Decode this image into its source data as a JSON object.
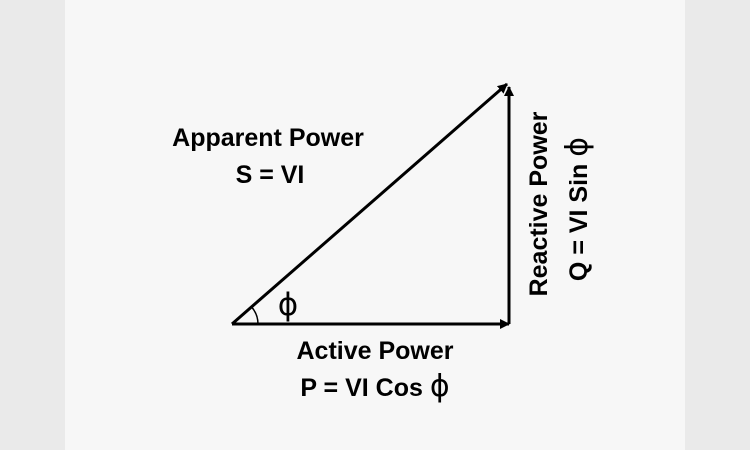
{
  "hypotenuse": {
    "name": "Apparent Power",
    "formula": "S = VI"
  },
  "base": {
    "name": "Active Power",
    "formula_text": "P = VI Cos",
    "formula_symbol": "ϕ"
  },
  "vertical": {
    "name": "Reactive Power",
    "formula_text": "Q = VI Sin",
    "formula_symbol": "ϕ"
  },
  "angle": {
    "symbol": "ϕ"
  },
  "colors": {
    "background": "#eaeaea",
    "panel": "#f7f7f7",
    "line": "#000000"
  }
}
